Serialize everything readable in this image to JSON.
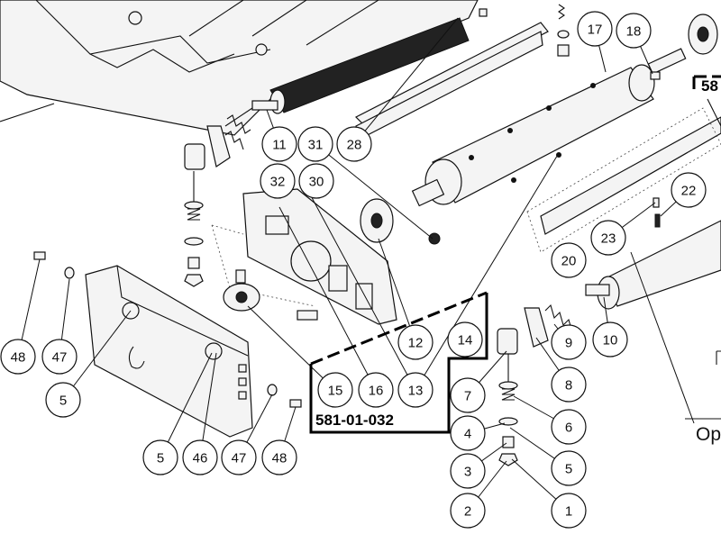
{
  "diagram": {
    "assembly_label": "581-01-032",
    "side_label_top": "58",
    "side_label_bottom": "Op",
    "callouts": [
      "48",
      "47",
      "5",
      "5",
      "46",
      "47",
      "48",
      "15",
      "16",
      "13",
      "12",
      "14",
      "11",
      "31",
      "28",
      "32",
      "30",
      "17",
      "18",
      "22",
      "23",
      "20",
      "10",
      "9",
      "8",
      "7",
      "6",
      "4",
      "5",
      "3",
      "2",
      "1"
    ]
  }
}
